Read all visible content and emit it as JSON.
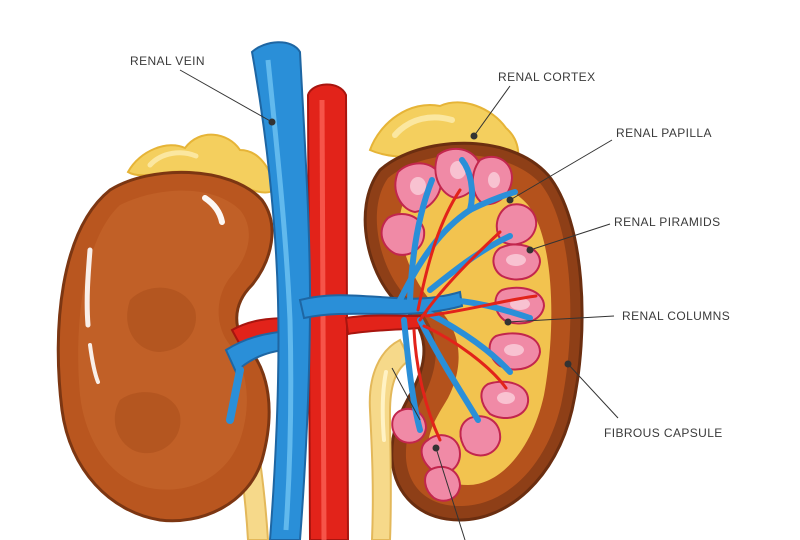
{
  "labels": {
    "renal_vein": "RENAL VEIN",
    "renal_cortex": "RENAL CORTEX",
    "renal_papilla": "RENAL PAPILLA",
    "renal_pyramids": "RENAL PIRAMIDS",
    "renal_columns": "RENAL COLUMNS",
    "fibrous_capsule": "FIBROUS CAPSULE"
  },
  "colors": {
    "kidney_outer": "#9a4a1f",
    "kidney_body": "#b9561f",
    "kidney_highlight": "#c86a2e",
    "adrenal": "#f4cf5e",
    "adrenal_light": "#fbe7a0",
    "vein": "#2a8fd8",
    "vein_light": "#6fc3f2",
    "artery": "#e2231a",
    "artery_light": "#ff6a5e",
    "pyramid": "#f08aa6",
    "pyramid_light": "#fbd0dc",
    "ureter": "#f6d98a",
    "leader": "#333333"
  }
}
